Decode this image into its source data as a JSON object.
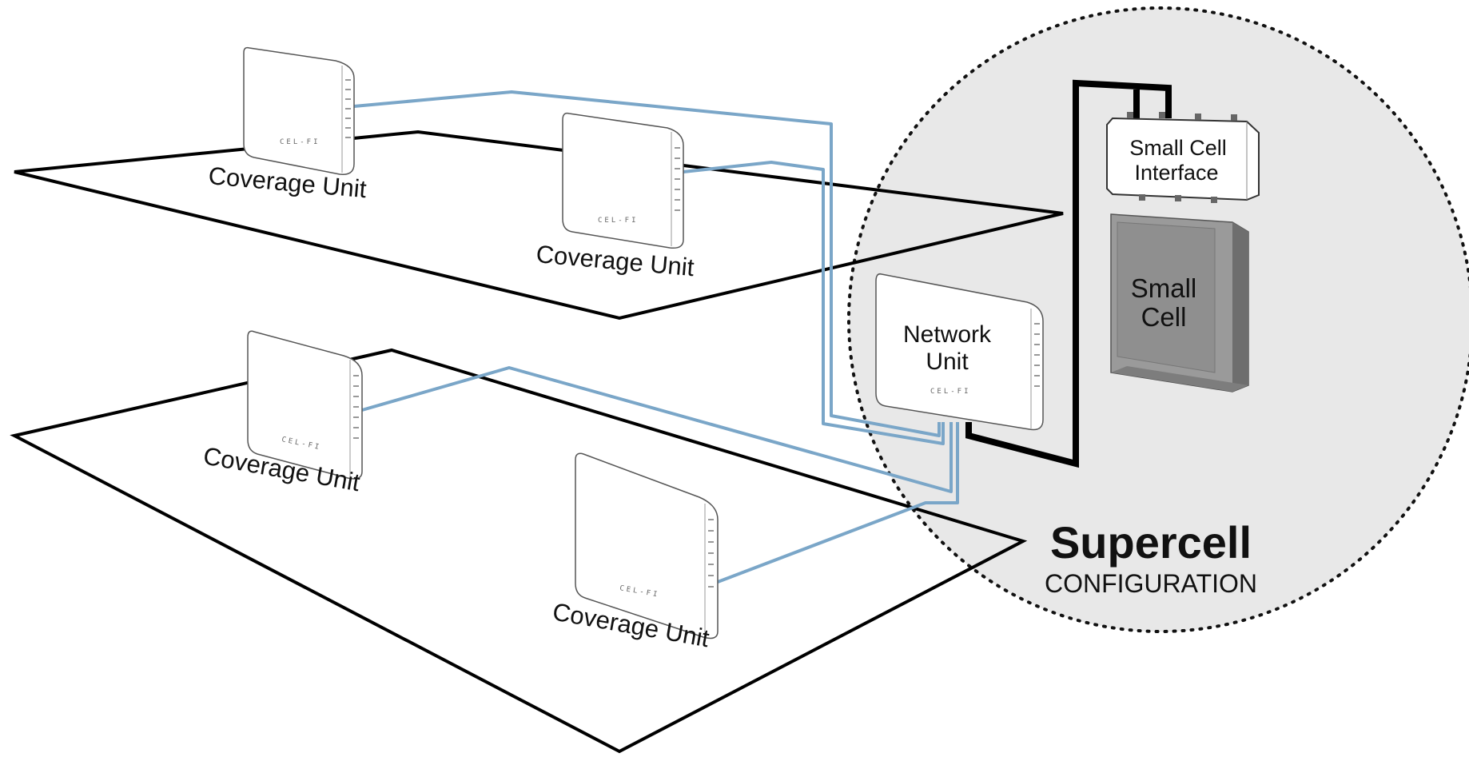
{
  "coverage_units": [
    {
      "label": "Coverage Unit",
      "brand": "CEL-FI"
    },
    {
      "label": "Coverage Unit",
      "brand": "CEL-FI"
    },
    {
      "label": "Coverage Unit",
      "brand": "CEL-FI"
    },
    {
      "label": "Coverage Unit",
      "brand": "CEL-FI"
    }
  ],
  "network_unit": {
    "line1": "Network",
    "line2": "Unit",
    "brand": "CEL-FI"
  },
  "small_cell_interface": {
    "line1": "Small Cell",
    "line2": "Interface"
  },
  "small_cell": {
    "line1": "Small",
    "line2": "Cell"
  },
  "supercell": {
    "title": "Supercell",
    "subtitle": "CONFIGURATION"
  },
  "colors": {
    "cable": "#7aa6c8",
    "circle_fill": "#e8e8e8",
    "small_cell": "#9a9a9a",
    "line": "#000000"
  }
}
